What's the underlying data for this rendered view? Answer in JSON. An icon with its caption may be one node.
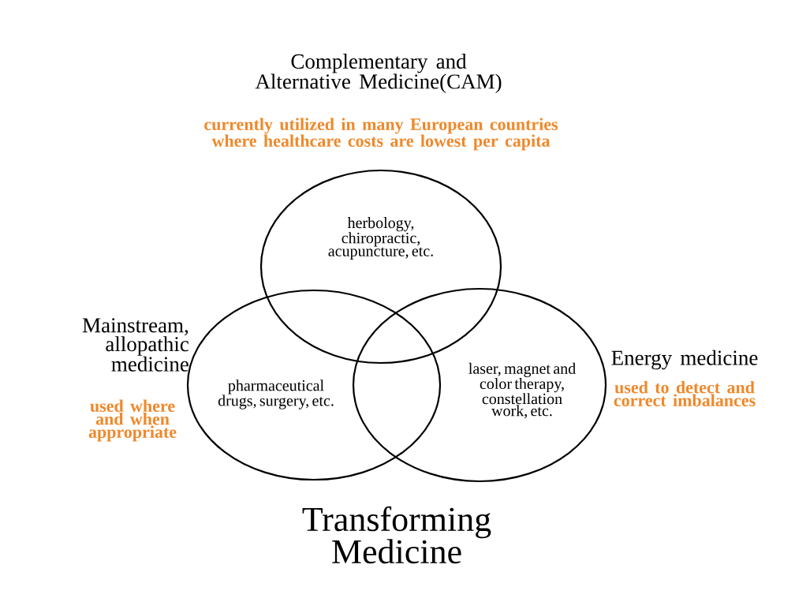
{
  "diagram": {
    "title": "Transforming Medicine",
    "nodes": [
      {
        "text": [
          "herbology, chiropractic, acupuncture, etc."
        ],
        "beside": [
          "Complementary and Alternative Medicine(CAM)",
          "currently utilized in many European countries where healthcare costs are lowest per capita"
        ]
      },
      {
        "text": [
          "pharmaceutical drugs, surgery, etc."
        ],
        "beside": [
          "Mainstream, allopathic medicine",
          "used where and when appropriate"
        ]
      },
      {
        "text": [
          "laser, magnet and color therapy, constellation work, etc."
        ],
        "beside": [
          "Energy medicine",
          "used to detect and correct imbalances"
        ]
      }
    ]
  }
}
